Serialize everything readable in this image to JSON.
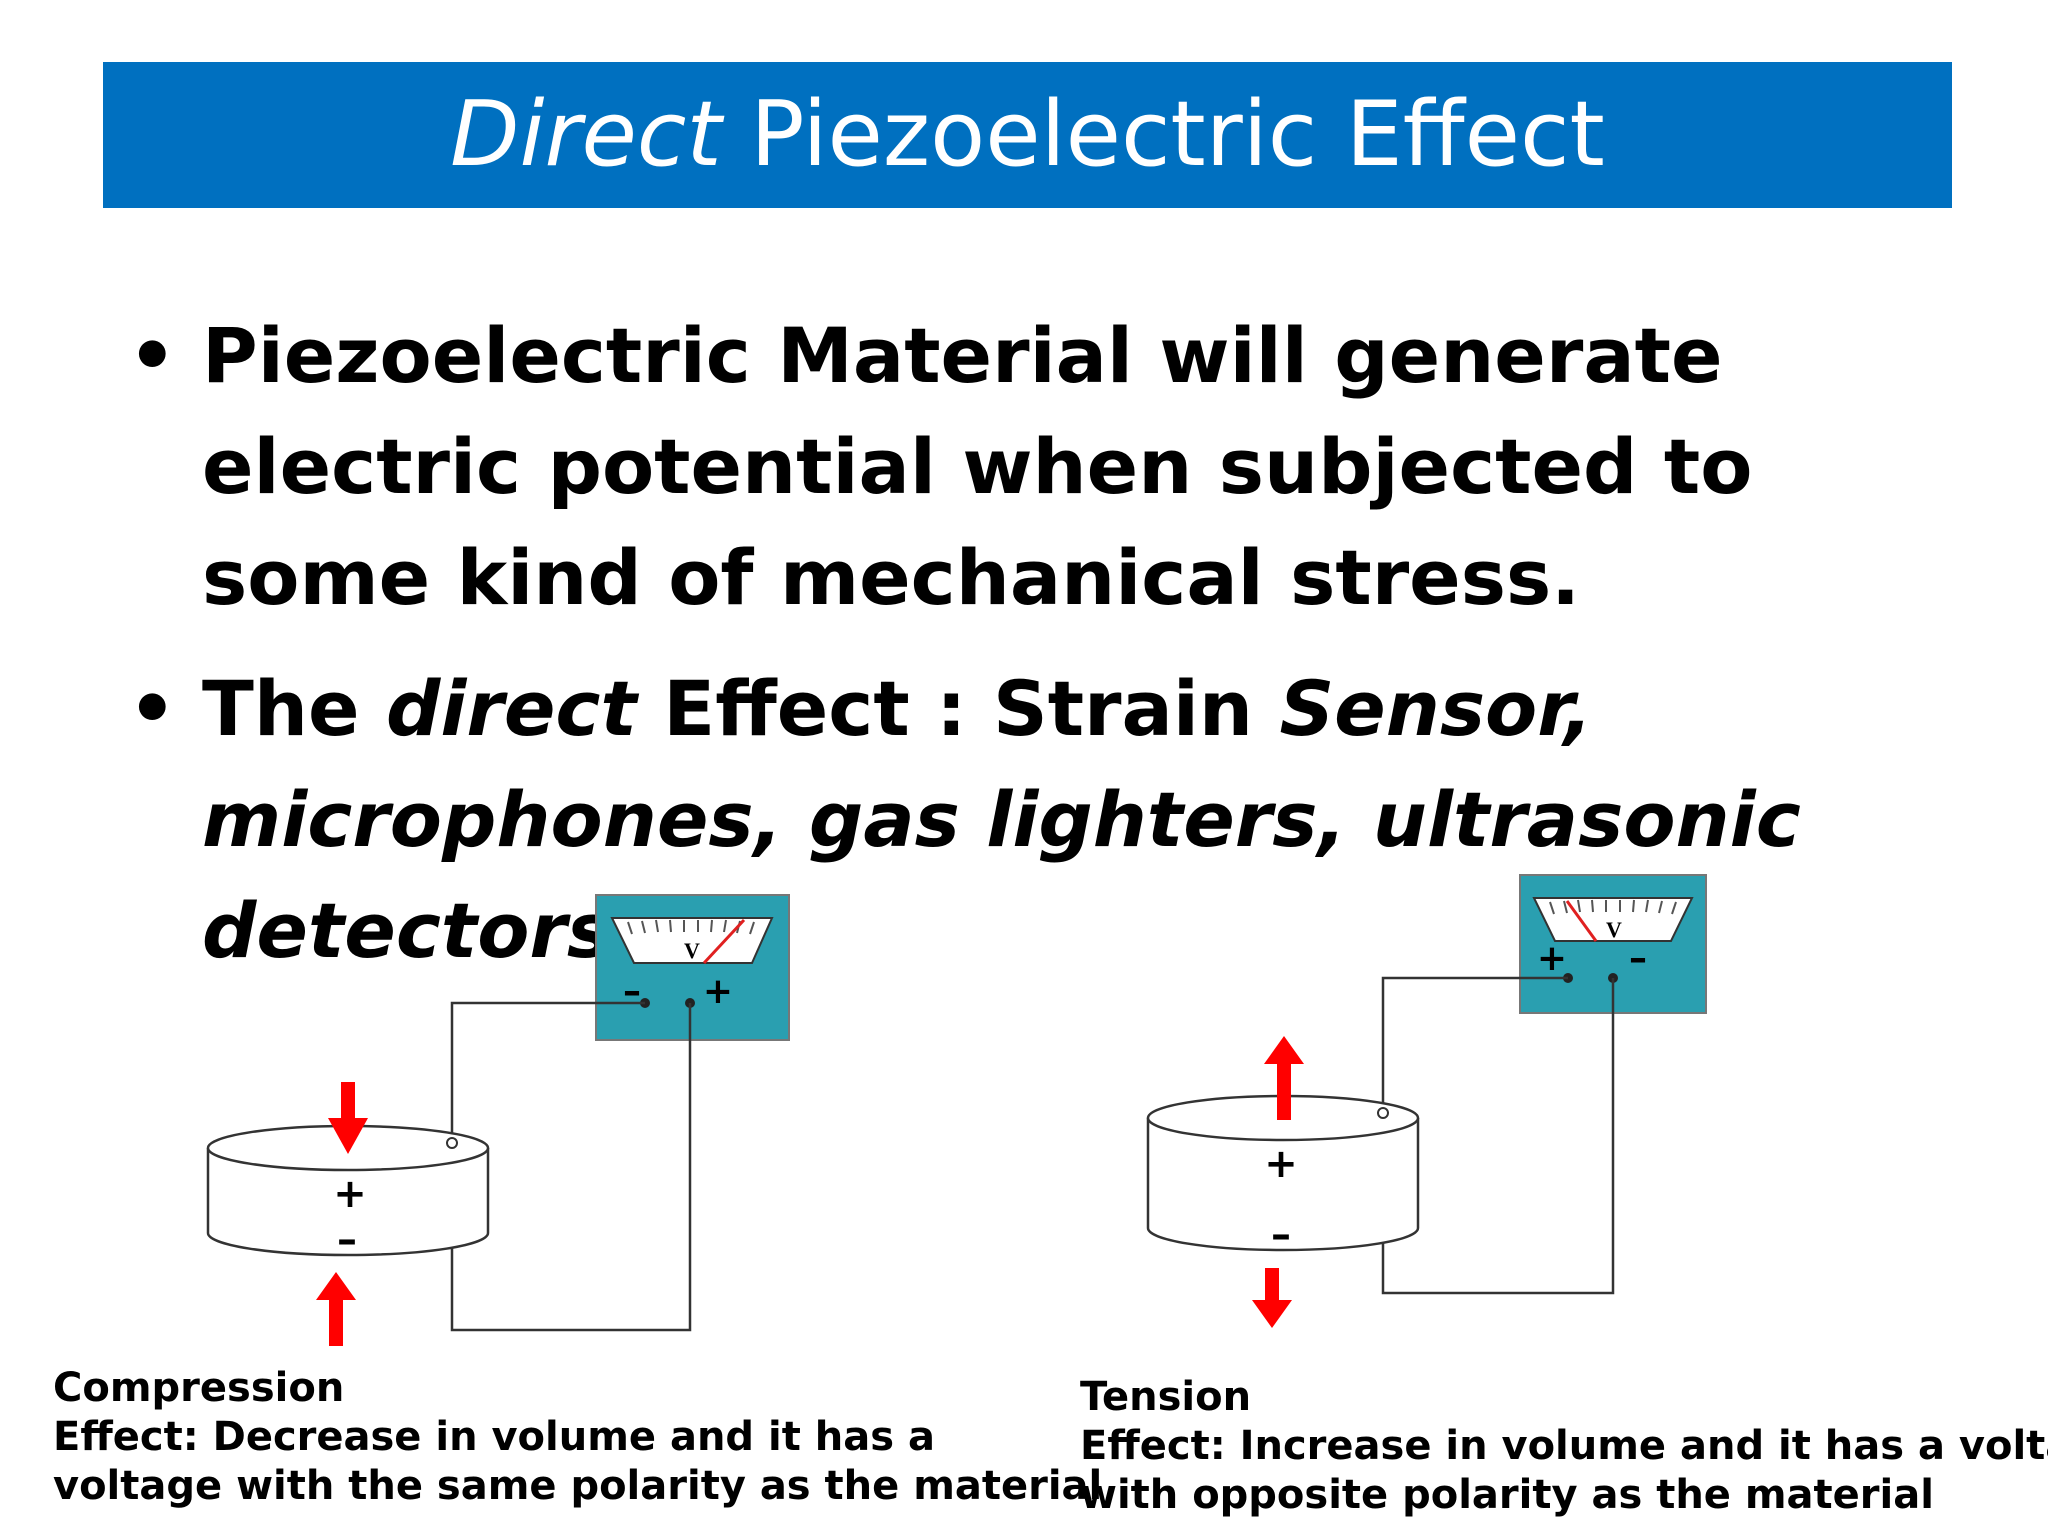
{
  "title": {
    "italic": "Direct",
    "rest": " Piezoelectric Effect"
  },
  "bullets": {
    "b1": {
      "marker": "•",
      "text": " Piezoelectric Material will generate electric potential when subjected to some kind of mechanical stress."
    },
    "b2": {
      "marker": "•",
      "p1": "The ",
      "p2": "direct",
      "p3": " Effect : Strain ",
      "p4": "Sensor, microphones, gas lighters, ultrasonic detectors"
    }
  },
  "compression": {
    "heading": "Compression",
    "line1": "Effect: Decrease in volume and it has a",
    "line2": "voltage with the same polarity as the material",
    "meter_left_sign": "–",
    "meter_right_sign": "+",
    "meter_label": "V",
    "disk_top_sign": "+",
    "disk_bottom_sign": "–"
  },
  "tension": {
    "heading": "Tension",
    "line1": "Effect: Increase in volume and it has a voltage",
    "line2": "with opposite polarity as the material",
    "meter_left_sign": "+",
    "meter_right_sign": "–",
    "meter_label": "V",
    "disk_top_sign": "+",
    "disk_bottom_sign": "–"
  },
  "colors": {
    "title_bar": "#0070C0",
    "meter_body": "#2A9FB0",
    "arrow": "#FF0000",
    "needle": "#E02020"
  }
}
